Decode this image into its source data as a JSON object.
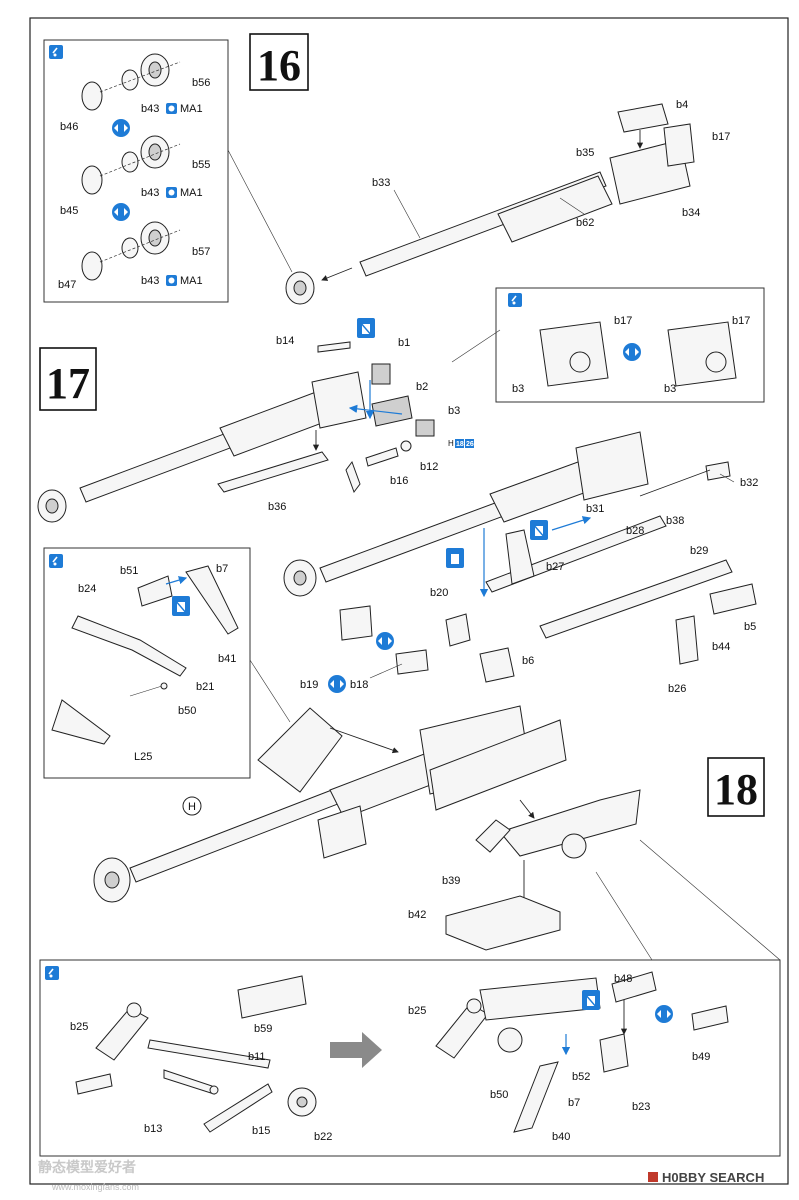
{
  "steps": [
    "16",
    "17",
    "18"
  ],
  "marker": "H",
  "ref_badge": {
    "letter": "H",
    "n1": "18",
    "n2": "26"
  },
  "paint": "MA1",
  "labels": {
    "b56": "b56",
    "b43": "b43",
    "b46": "b46",
    "b55": "b55",
    "b45": "b45",
    "b57": "b57",
    "b47": "b47",
    "b4": "b4",
    "b17": "b17",
    "b35": "b35",
    "b33": "b33",
    "b62": "b62",
    "b34": "b34",
    "b14": "b14",
    "b1": "b1",
    "b2": "b2",
    "b3": "b3",
    "b12": "b12",
    "b16": "b16",
    "b36": "b36",
    "b32": "b32",
    "b31": "b31",
    "b38": "b38",
    "b28": "b28",
    "b27": "b27",
    "b29": "b29",
    "b20": "b20",
    "b5": "b5",
    "b44": "b44",
    "b6": "b6",
    "b19": "b19",
    "b18": "b18",
    "b26": "b26",
    "b51": "b51",
    "b7": "b7",
    "b24": "b24",
    "b41": "b41",
    "b21": "b21",
    "b50": "b50",
    "L25": "L25",
    "b39": "b39",
    "b42": "b42",
    "b25": "b25",
    "b59": "b59",
    "b11": "b11",
    "b13": "b13",
    "b15": "b15",
    "b22": "b22",
    "b48": "b48",
    "b49": "b49",
    "b52": "b52",
    "b23": "b23",
    "b40": "b40"
  },
  "watermark": {
    "left_cn": "静态模型爱好者",
    "left_url": "www.moxingfans.com",
    "right_brand": "H0BBY SEARCH"
  },
  "icons": {
    "tip": "tip-icon",
    "glue": "glue-icon",
    "no_glue": "no-glue-icon",
    "both_sides": "both-sides-icon"
  },
  "colors": {
    "accent": "#1e7bd6",
    "line": "#222222"
  }
}
